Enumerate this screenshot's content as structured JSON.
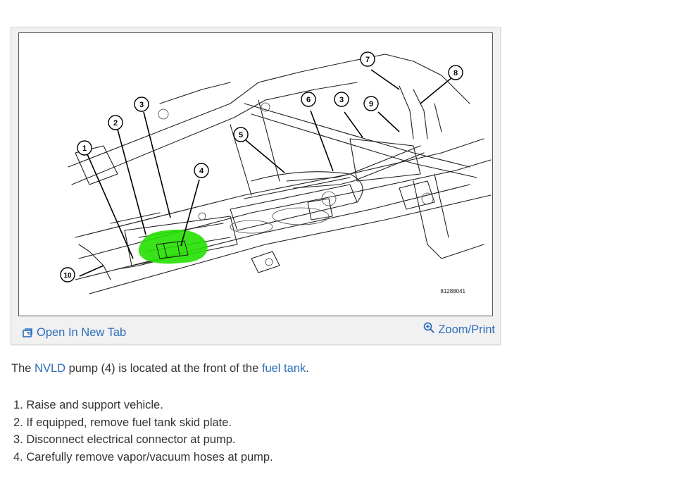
{
  "figure": {
    "figure_code": "81288041",
    "callouts": [
      "1",
      "2",
      "3",
      "4",
      "5",
      "6",
      "3",
      "9",
      "7",
      "8",
      "10"
    ],
    "highlight_color": "#23e000"
  },
  "footer": {
    "open_tab_label": "Open In New Tab",
    "zoom_print_label": "Zoom/Print"
  },
  "intro": {
    "prefix": "The ",
    "link1": "NVLD",
    "middle": " pump (4) is located at the front of the ",
    "link2": "fuel tank",
    "suffix": "."
  },
  "steps": [
    "1. Raise and support vehicle.",
    "2. If equipped, remove fuel tank skid plate.",
    "3. Disconnect electrical connector at pump.",
    "4. Carefully remove vapor/vacuum hoses at pump."
  ],
  "colors": {
    "link": "#2a6ebb",
    "text": "#333333"
  }
}
